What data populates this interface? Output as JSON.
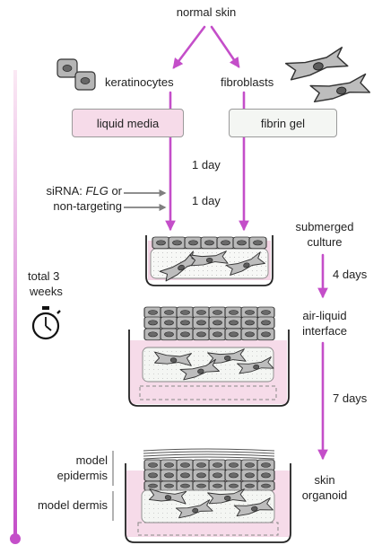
{
  "diagram": {
    "title": "normal skin",
    "branches": {
      "left": "keratinocytes",
      "right": "fibroblasts"
    },
    "boxes": {
      "liquid": "liquid media",
      "fibrin": "fibrin gel"
    },
    "steps": {
      "step1": "1 day",
      "step2": "1 day",
      "step3": "4 days",
      "step4": "7 days"
    },
    "sirna": {
      "prefix": "siRNA: ",
      "gene": "FLG",
      "suffix": " or",
      "line2": "non-targeting"
    },
    "stages": {
      "submerged_l1": "submerged",
      "submerged_l2": "culture",
      "airliquid_l1": "air-liquid",
      "airliquid_l2": "interface",
      "organoid_l1": "skin",
      "organoid_l2": "organoid"
    },
    "timeline": {
      "total_l1": "total 3",
      "total_l2": "weeks"
    },
    "models": {
      "epidermis_l1": "model",
      "epidermis_l2": "epidermis",
      "dermis": "model dermis"
    }
  },
  "colors": {
    "arrow_magenta": "#c44ec9",
    "arrow_gray": "#7f7f7f",
    "media_pink": "#f6dbe9",
    "gel": "#f4f6f3",
    "cell_gray": "#c4c4c4"
  }
}
